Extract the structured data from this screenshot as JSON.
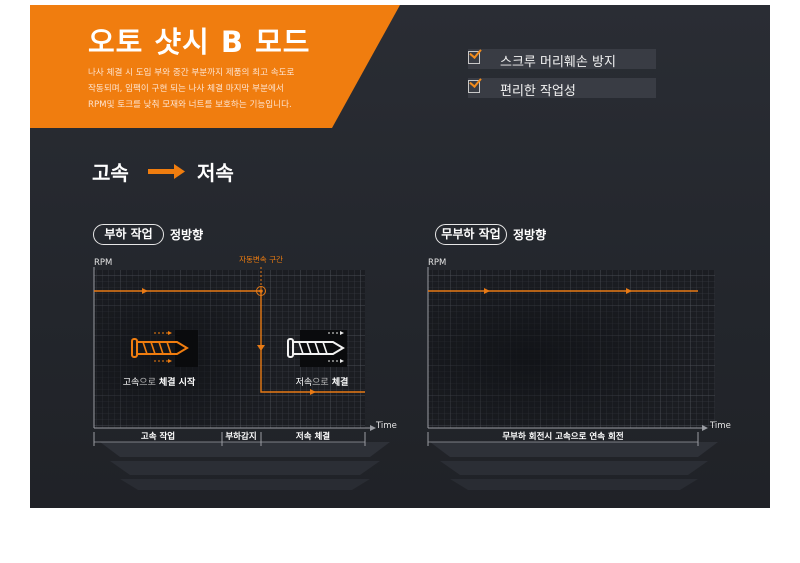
{
  "header": {
    "title": "오토 샷시 B 모드",
    "description": [
      "나사 체결 시 도입 부와 중간 부분까지 제품의 최고 속도로",
      "작동되며, 임팩이 구현 되는 나사 체결  마지막 부분에서",
      "RPM및 토크를 낮춰 모재와 너트를 보호하는 기능입니다."
    ],
    "accent_color": "#f07d0f"
  },
  "features": [
    {
      "label": "스크루 머리훼손 방지",
      "icon": "checkbox-icon"
    },
    {
      "label": "편리한 작업성",
      "icon": "checkbox-icon"
    }
  ],
  "speed_transition": {
    "from": "고속",
    "to": "저속",
    "arrow_icon": "right-arrow-icon"
  },
  "left_chart": {
    "tag": "부하 작업",
    "direction": "정방향",
    "y_label": "RPM",
    "x_label": "Time",
    "zone_label": "자동변속 구간",
    "high_caption_plain": "고속",
    "high_caption_light": "으로",
    "high_caption_bold": " 체결 시작",
    "low_caption_plain": "저속",
    "low_caption_light": "으로",
    "low_caption_bold": " 체결",
    "segments": [
      "고속 작업",
      "부하감지",
      "저속 체결"
    ],
    "line_color": "#e87a15"
  },
  "right_chart": {
    "tag": "무부하 작업",
    "direction": "정방향",
    "y_label": "RPM",
    "x_label": "Time",
    "segments": [
      "무부하 회전시 고속으로 연속 회전"
    ],
    "line_color": "#e87a15"
  }
}
